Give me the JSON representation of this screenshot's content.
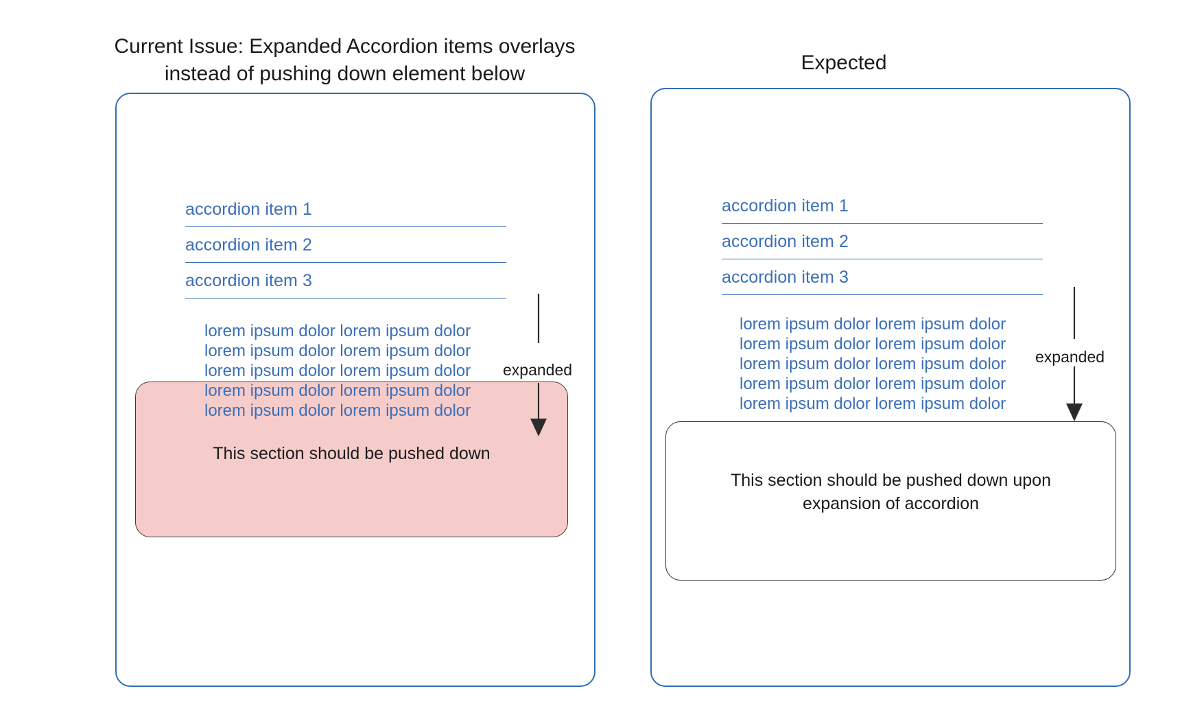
{
  "diagram": {
    "background": "#ffffff",
    "accent_blue": "#3b6fb6",
    "panel_border": "#2f6eb5",
    "pink_fill": "#f6cccb",
    "pink_border": "#3a3a3a",
    "text_dark": "#1a1a1a"
  },
  "left_panel": {
    "title": "Current Issue: Expanded Accordion items overlays\ninstead of pushing down element below",
    "accordion": {
      "items": [
        {
          "label": "accordion item 1"
        },
        {
          "label": "accordion item 2"
        },
        {
          "label": "accordion item 3"
        }
      ]
    },
    "expanded_content": "lorem ipsum dolor lorem ipsum dolor\nlorem ipsum dolor lorem ipsum dolor\nlorem ipsum dolor lorem ipsum dolor\nlorem ipsum dolor lorem ipsum dolor\nlorem ipsum dolor lorem ipsum dolor",
    "section_box": {
      "text": "This section should be pushed down",
      "fill": "#f6cccb"
    },
    "annotation": {
      "label": "expanded",
      "direction": "down"
    }
  },
  "right_panel": {
    "title": "Expected",
    "accordion": {
      "items": [
        {
          "label": "accordion item 1"
        },
        {
          "label": "accordion item 2"
        },
        {
          "label": "accordion item 3"
        }
      ]
    },
    "expanded_content": "lorem ipsum dolor lorem ipsum dolor\nlorem ipsum dolor lorem ipsum dolor\nlorem ipsum dolor lorem ipsum dolor\nlorem ipsum dolor lorem ipsum dolor\nlorem ipsum dolor lorem ipsum dolor",
    "section_box": {
      "text": "This section should be pushed down upon\nexpansion of accordion",
      "fill": "#ffffff"
    },
    "annotation": {
      "label": "expanded",
      "direction": "down"
    }
  }
}
